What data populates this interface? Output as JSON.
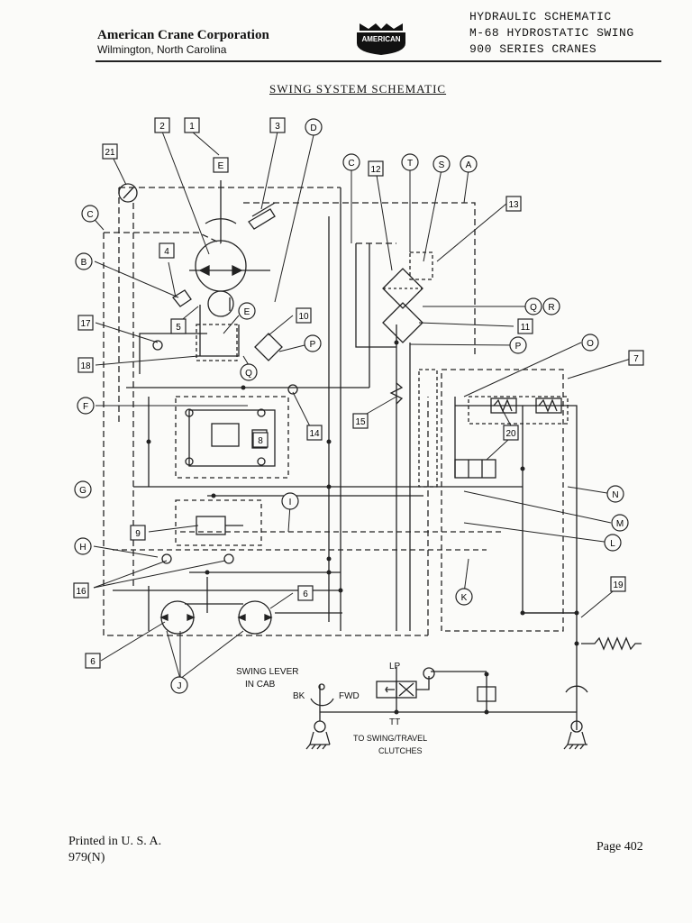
{
  "header": {
    "company": "American Crane Corporation",
    "location": "Wilmington, North Carolina",
    "logo_text": "AMERICAN",
    "title_lines": [
      "HYDRAULIC SCHEMATIC",
      "M-68 HYDROSTATIC SWING",
      "900 SERIES CRANES"
    ]
  },
  "section_title": "SWING SYSTEM SCHEMATIC",
  "callouts": {
    "boxed": [
      "2",
      "1",
      "3",
      "21",
      "E",
      "4",
      "5",
      "17",
      "18",
      "10",
      "8",
      "14",
      "15",
      "12",
      "13",
      "11",
      "7",
      "20",
      "9",
      "16",
      "6",
      "6",
      "19"
    ],
    "circled": [
      "D",
      "C",
      "T",
      "S",
      "A",
      "C",
      "B",
      "E",
      "P",
      "Q",
      "Q",
      "R",
      "P",
      "O",
      "F",
      "G",
      "I",
      "N",
      "M",
      "H",
      "L",
      "K",
      "J"
    ]
  },
  "controls": {
    "swing_lever": [
      "SWING LEVER",
      "IN CAB"
    ],
    "bk": "BK",
    "fwd": "FWD",
    "lp": "LP",
    "tt": "TT",
    "clutches": [
      "TO SWING/TRAVEL",
      "CLUTCHES"
    ]
  },
  "footer": {
    "printed": "Printed in U. S. A.",
    "code": "979(N)",
    "page": "Page 402"
  }
}
